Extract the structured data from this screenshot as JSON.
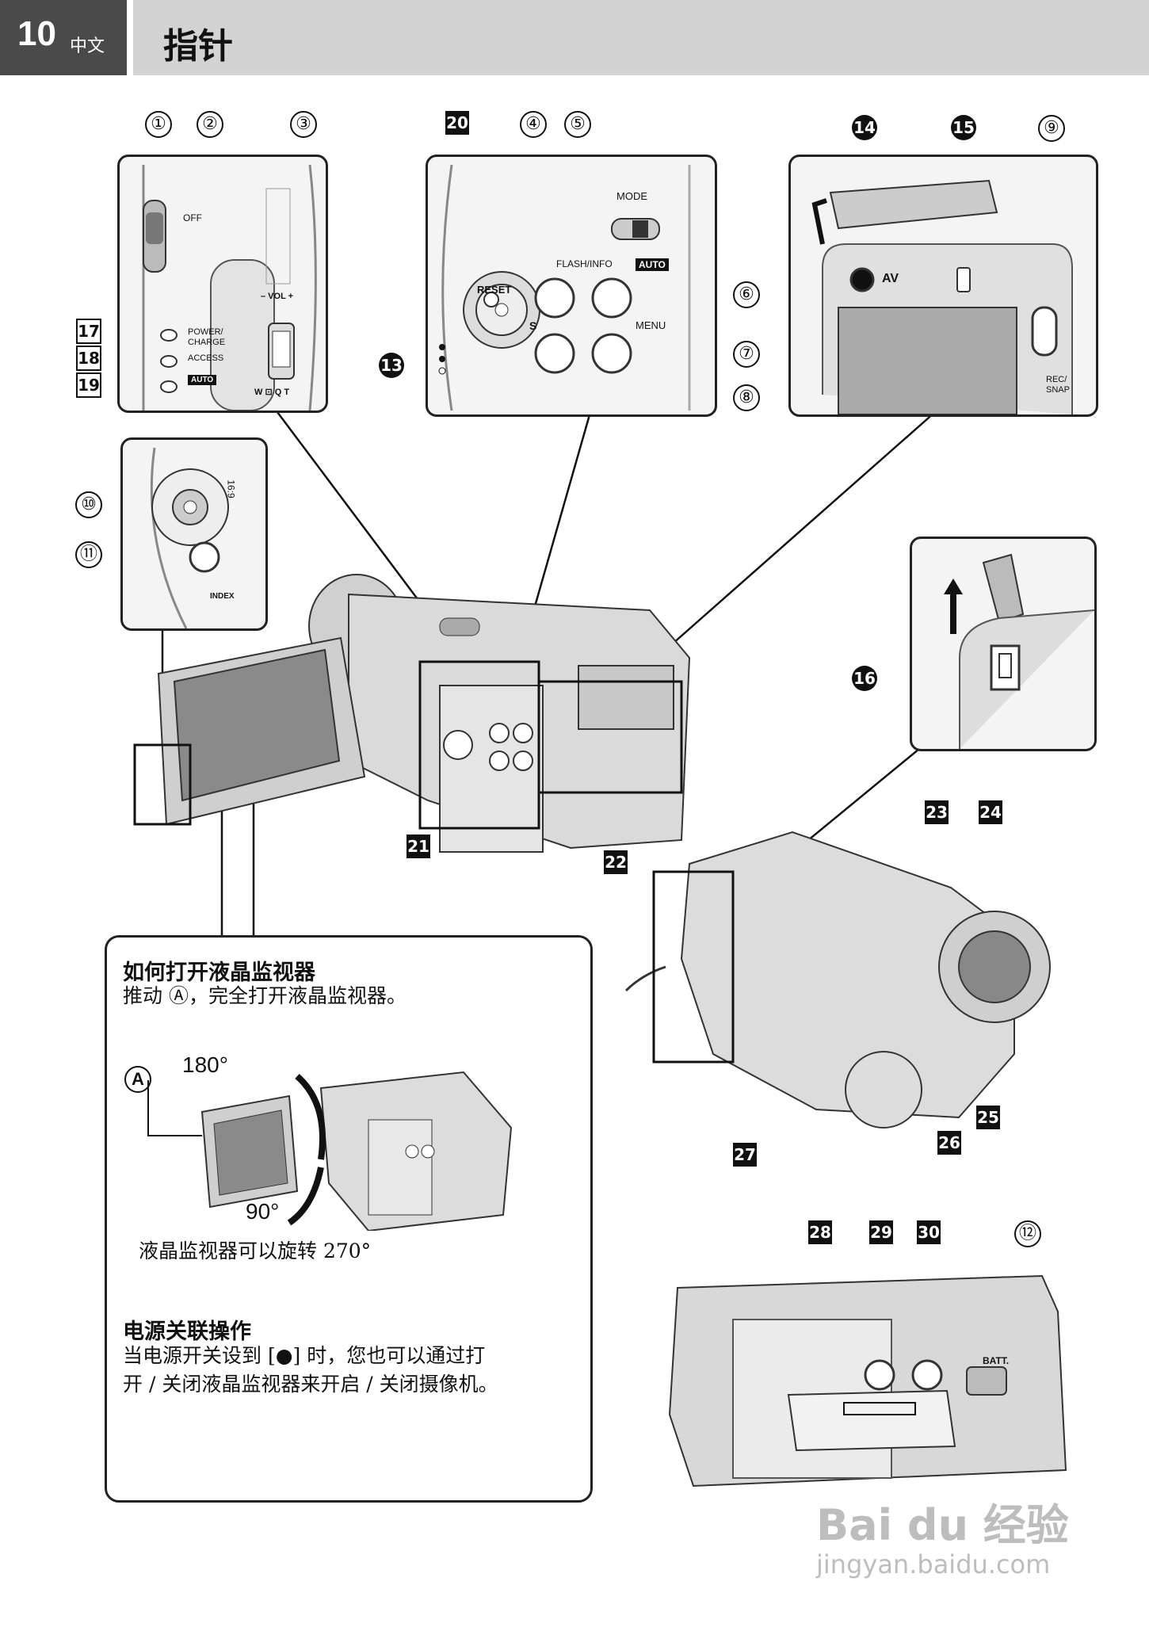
{
  "header": {
    "page_number": "10",
    "language": "中文",
    "title": "指针"
  },
  "panel_top_left": {
    "labels": {
      "off": "OFF",
      "power_charge": "POWER/\nCHARGE",
      "access": "ACCESS",
      "auto": "AUTO",
      "vol": "– VOL +",
      "zoom": "W ⊡  Q T"
    },
    "callouts": [
      "①",
      "②",
      "③",
      "17",
      "18",
      "19"
    ]
  },
  "panel_top_mid": {
    "labels": {
      "mode": "MODE",
      "reset": "RESET",
      "flash_info": "FLASH/INFO",
      "auto": "AUTO",
      "menu": "MENU",
      "s": "S"
    },
    "callouts": [
      "20",
      "④",
      "⑤",
      "⑥",
      "⑦",
      "⑧",
      "13"
    ]
  },
  "panel_top_right": {
    "labels": {
      "av": "AV",
      "rec_snap": "REC/\nSNAP"
    },
    "callouts": [
      "14",
      "15",
      "⑨"
    ]
  },
  "panel_joystick": {
    "labels": {
      "ratio": "16:9",
      "index": "INDEX"
    },
    "callouts": [
      "⑩",
      "⑪"
    ]
  },
  "panel_right_card": {
    "callouts": [
      "16"
    ]
  },
  "camera_callouts": [
    "21",
    "22",
    "23",
    "24",
    "25",
    "26",
    "27",
    "28",
    "29",
    "30",
    "⑫"
  ],
  "bottom_labels": {
    "batt": "BATT."
  },
  "info_box": {
    "heading1": "如何打开液晶监视器",
    "text1": "推动 Ⓐ，完全打开液晶监视器。",
    "marker_a": "A",
    "deg180": "180°",
    "deg90": "90°",
    "rotate_text": "液晶监视器可以旋转 270°",
    "heading2": "电源关联操作",
    "text2_line1": "当电源开关设到 [●] 时，您也可以通过打",
    "text2_line2": "开 / 关闭液晶监视器来开启 / 关闭摄像机。"
  },
  "watermark": {
    "brand": "Bai du 经验",
    "url": "jingyan.baidu.com"
  }
}
